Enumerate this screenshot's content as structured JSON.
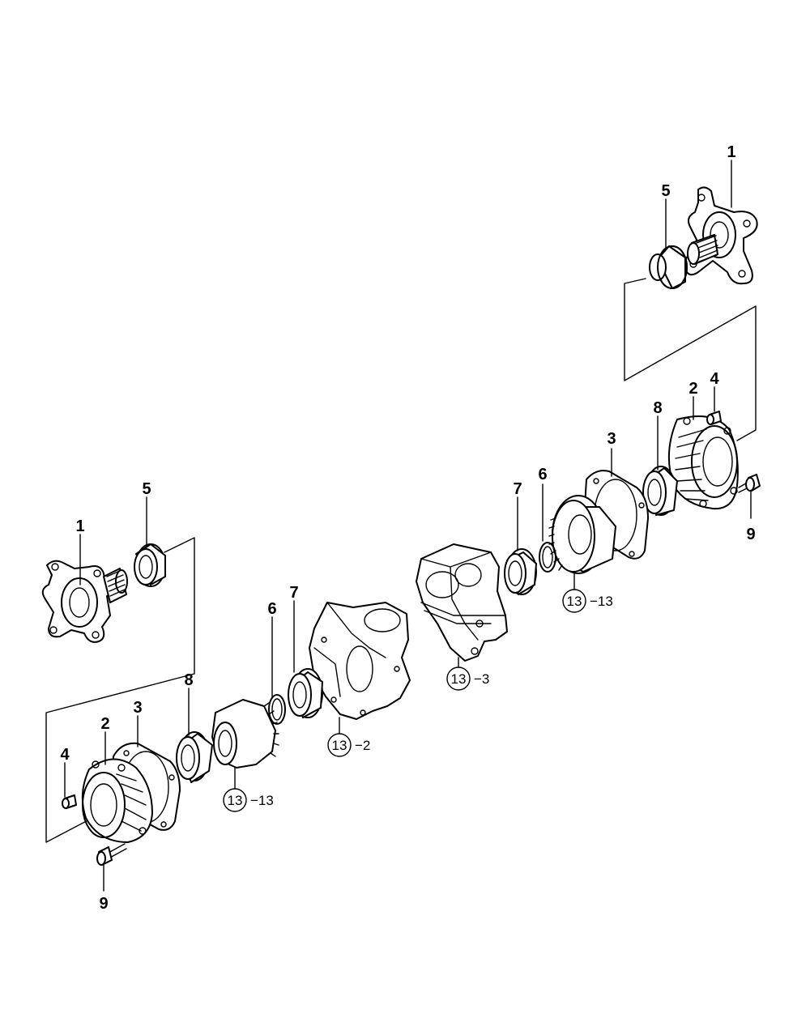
{
  "labels": {
    "part_1": "1",
    "part_2": "2",
    "part_3": "3",
    "part_4": "4",
    "part_5": "5",
    "part_6": "6",
    "part_7": "7",
    "part_8": "8",
    "part_9": "9",
    "ref_13": "13",
    "suffix_13": "−13",
    "suffix_2": "−2",
    "suffix_3": "−3"
  }
}
